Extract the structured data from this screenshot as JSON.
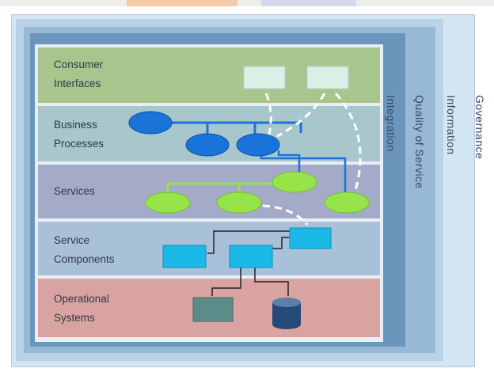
{
  "layers": [
    {
      "id": "consumer",
      "label": "Consumer\nInterfaces",
      "color": "#a9c58e"
    },
    {
      "id": "business",
      "label": "Business\nProcesses",
      "color": "#a7c7cc"
    },
    {
      "id": "services",
      "label": "Services",
      "color": "#a4abc9"
    },
    {
      "id": "components",
      "label": "Service\nComponents",
      "color": "#a8c0d8"
    },
    {
      "id": "operational",
      "label": "Operational\nSystems",
      "color": "#d9a3a1"
    }
  ],
  "cross_cutting": [
    {
      "id": "integration",
      "label": "Integration"
    },
    {
      "id": "qos",
      "label": "Quality of Service"
    },
    {
      "id": "information",
      "label": "Information"
    },
    {
      "id": "governance",
      "label": "Governance"
    }
  ],
  "colors": {
    "frame_outer": "#c9dced",
    "frame_qos": "#8fb3d2",
    "frame_integration": "#6a95bb",
    "process_node": "#1a73d8",
    "service_node": "#97e34a",
    "component_node": "#1bb9e8",
    "ui_node": "#d8f0e8",
    "system_node": "#5c8c8a",
    "db_node": "#254a78",
    "connector": "#ffffff"
  }
}
